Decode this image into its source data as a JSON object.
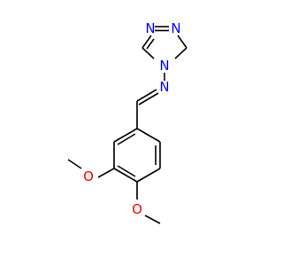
{
  "molecule": {
    "atoms": {
      "n_triazole_1": "N",
      "n_triazole_2": "N",
      "n_triazole_4": "N",
      "n_imine": "N",
      "o_methoxy_3": "O",
      "o_methoxy_4": "O"
    },
    "colors": {
      "nitrogen": "#0000ff",
      "oxygen": "#ff0000",
      "carbon_bond": "#000000"
    }
  }
}
